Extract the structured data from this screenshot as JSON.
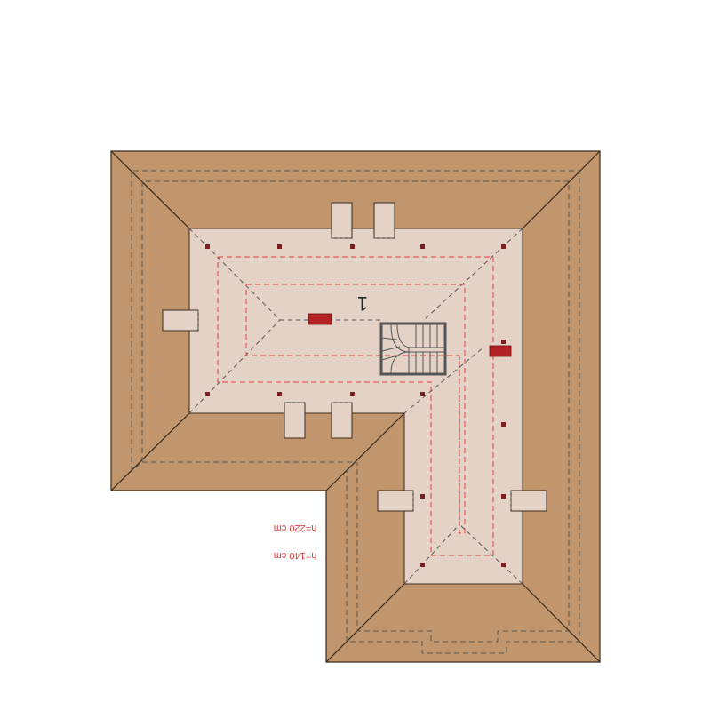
{
  "plan": {
    "room_number": "1",
    "height_labels": [
      "h=220 cm",
      "h=140 cm"
    ]
  },
  "colors": {
    "background": "#ffffff",
    "roof": "#c1966c",
    "roof_outline": "#3a2a1e",
    "floor": "#e4d2c6",
    "dashed_lines": "#555555",
    "height_lines": "#e04040",
    "chimney": "#b22222",
    "post": "#7a2020",
    "stairs": "#555555"
  },
  "icons": [
    "staircase-icon",
    "chimney-icon"
  ]
}
